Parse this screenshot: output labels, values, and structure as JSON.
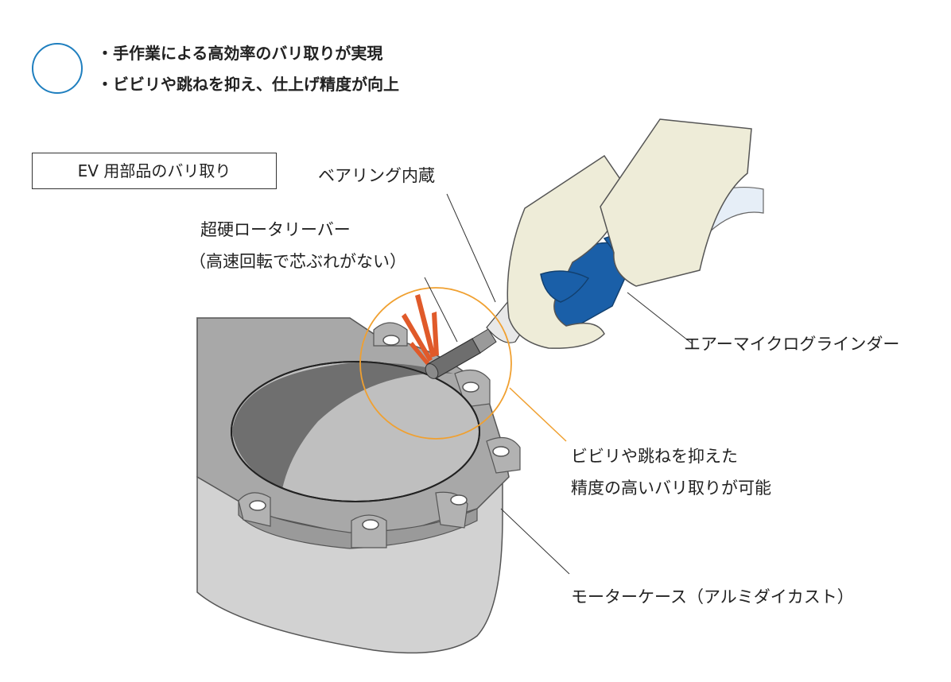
{
  "summary": {
    "marker": "○",
    "points": [
      "・手作業による高効率のバリ取りが実現",
      "・ビビリや跳ねを抑え、仕上げ精度が向上"
    ]
  },
  "application_label": "EV 用部品のバリ取り",
  "callouts": {
    "bearing": "ベアリング内蔵",
    "burr_line1": "超硬ロータリーバー",
    "burr_line2": "（高速回転で芯ぶれがない）",
    "grinder": "エアーマイクログラインダー",
    "precision_line1": "ビビリや跳ねを抑えた",
    "precision_line2": "精度の高いバリ取りが可能",
    "case": "モーターケース（アルミダイカスト）"
  },
  "colors": {
    "marker_circle": "#1f7fbf",
    "highlight_circle": "#f0a030",
    "grinder_body": "#1a5fa8",
    "sparks": "#e05a2a",
    "glove": "#eeecd8",
    "case_top": "#a9a9a9",
    "case_side": "#cfcfcf",
    "bore_dark": "#6f6f6f"
  }
}
